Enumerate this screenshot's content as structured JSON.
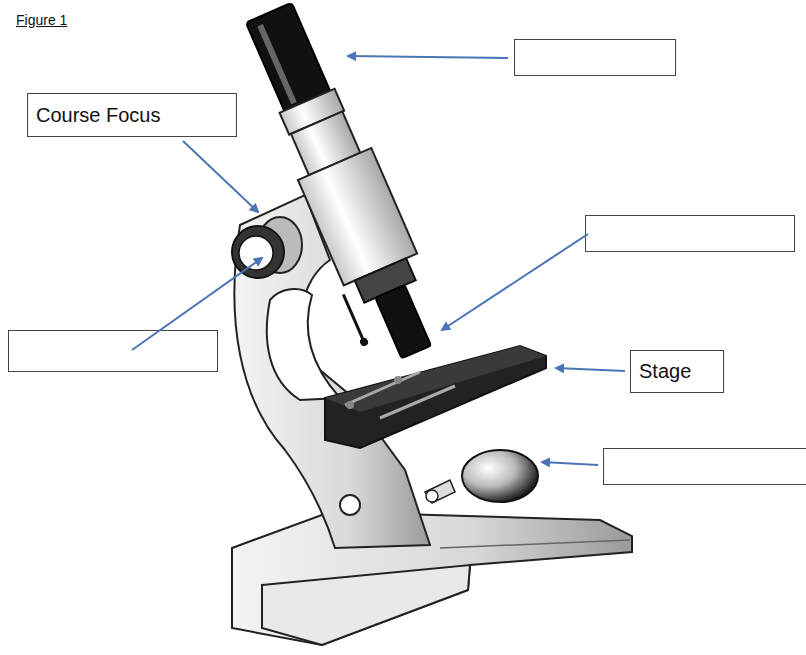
{
  "diagram": {
    "nodes": [
      {
        "text": [
          "Course Focus"
        ]
      },
      {
        "text": [
          "Stage"
        ]
      }
    ],
    "labels": [
      "Figure 1"
    ]
  }
}
